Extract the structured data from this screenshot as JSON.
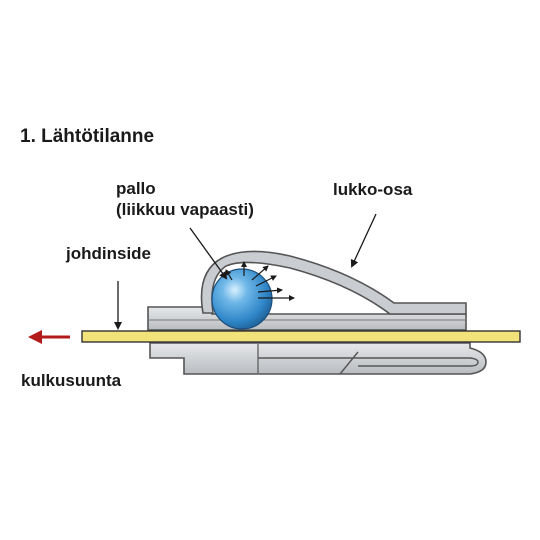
{
  "title": "1. Lähtötilanne",
  "labels": {
    "ball": "pallo",
    "ball_note": "(liikkuu vapaasti)",
    "locking_part": "lukko-osa",
    "cable_tie": "johdinside",
    "direction": "kulkusuunta"
  },
  "colors": {
    "ball": "#3d8fd0",
    "strip": "#f2e27a",
    "metal": "#c9ccd0",
    "arrow": "#b31b1b"
  }
}
